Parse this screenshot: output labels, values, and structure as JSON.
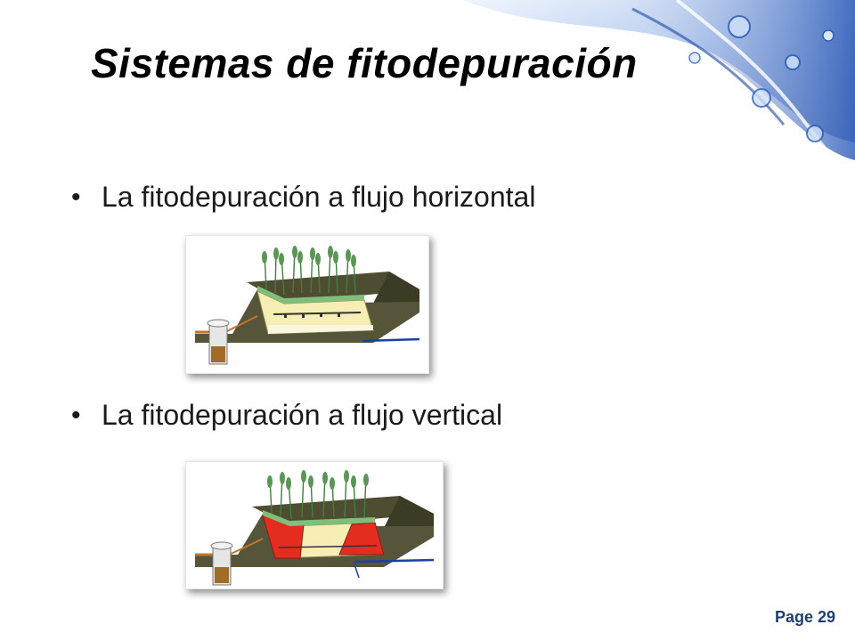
{
  "slide": {
    "title": "Sistemas de fitodepuración",
    "bullets": [
      {
        "text": "La fitodepuración a flujo horizontal"
      },
      {
        "text": "La fitodepuración a flujo vertical"
      }
    ],
    "page_label": "Page 29"
  },
  "decoration": {
    "name": "water-splash",
    "colors": [
      "#1e4fae",
      "#7ea8e6",
      "#dbe8fa"
    ]
  },
  "figures": [
    {
      "name": "horizontal-flow-wetland-diagram",
      "fill_color": "#f6eeb4"
    },
    {
      "name": "vertical-flow-wetland-diagram",
      "fill_color": "#f6eeb4",
      "zone_color": "#e52d1f"
    }
  ]
}
